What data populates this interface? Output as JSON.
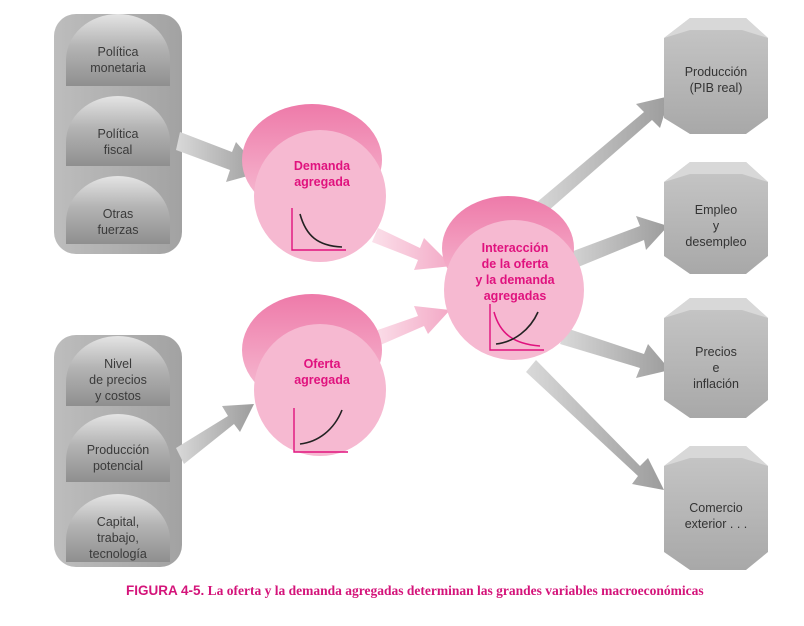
{
  "colors": {
    "pink": "#e0127e",
    "pink_light": "#f6b7cf",
    "gray": "#a9a9a9",
    "gray_dark": "#8a8a8a"
  },
  "left_top": [
    {
      "label": "Política\nmonetaria"
    },
    {
      "label": "Política\nfiscal"
    },
    {
      "label": "Otras\nfuerzas"
    }
  ],
  "left_bottom": [
    {
      "label": "Nivel\nde precios\ny costos"
    },
    {
      "label": "Producción\npotencial"
    },
    {
      "label": "Capital,\ntrabajo,\ntecnología"
    }
  ],
  "demand": {
    "label": "Demanda\nagregada"
  },
  "supply": {
    "label": "Oferta\nagregada"
  },
  "interaction": {
    "label": "Interacción\nde la oferta\ny la demanda\nagregadas"
  },
  "outputs": [
    {
      "label": "Producción\n(PIB real)"
    },
    {
      "label": "Empleo\ny\ndesempleo"
    },
    {
      "label": "Precios\ne\ninflación"
    },
    {
      "label": "Comercio\nexterior . . ."
    }
  ],
  "caption": {
    "figure": "FIGURA 4-5.",
    "text": "La oferta y la demanda agregadas determinan las grandes variables macroeconómicas"
  }
}
